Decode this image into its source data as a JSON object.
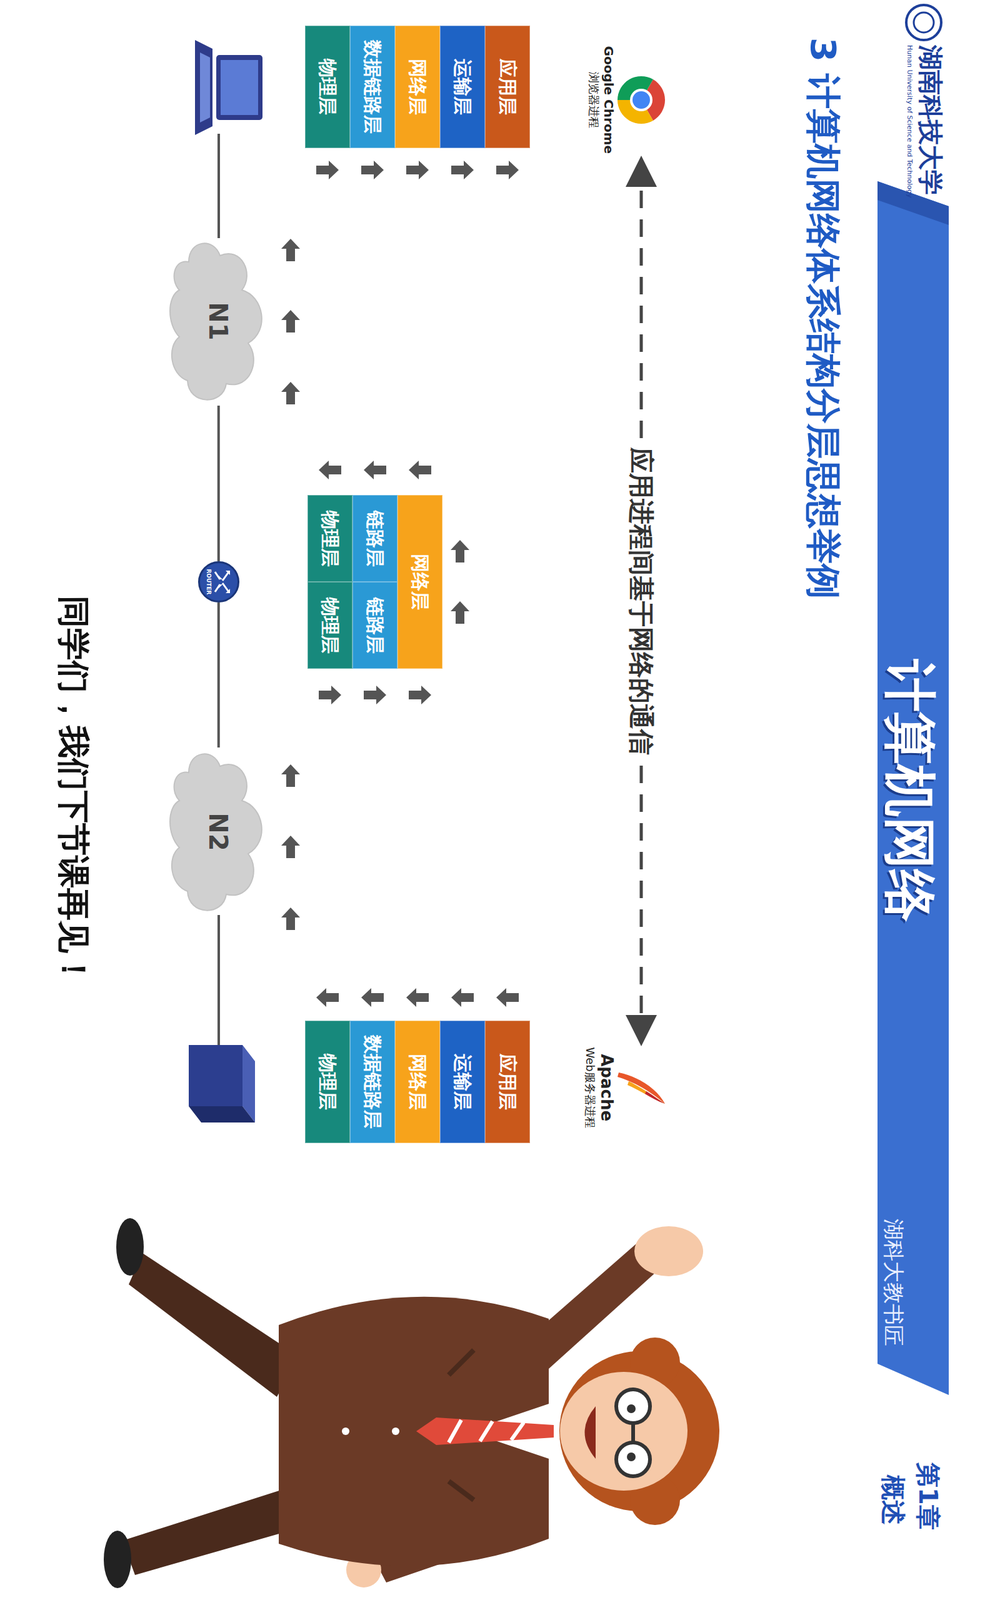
{
  "diagram": {
    "title": "3 计算机网络体系结构分层思想举例",
    "caption": "同学们，我们下节课再见！",
    "nodes": [
      {
        "text": [
          "Google Chrome",
          "浏览器进程"
        ]
      },
      {
        "text": [
          "Apache",
          "Web服务器进程"
        ]
      },
      {
        "text": [
          "应用层"
        ]
      },
      {
        "text": [
          "运输层"
        ]
      },
      {
        "text": [
          "网络层"
        ]
      },
      {
        "text": [
          "数据链路层"
        ]
      },
      {
        "text": [
          "物理层"
        ]
      },
      {
        "text": [
          "网络层"
        ]
      },
      {
        "text": [
          "链路层"
        ]
      },
      {
        "text": [
          "链路层"
        ]
      },
      {
        "text": [
          "物理层"
        ]
      },
      {
        "text": [
          "物理层"
        ]
      },
      {
        "text": [
          "应用层"
        ]
      },
      {
        "text": [
          "运输层"
        ]
      },
      {
        "text": [
          "网络层"
        ]
      },
      {
        "text": [
          "数据链路层"
        ]
      },
      {
        "text": [
          "物理层"
        ]
      },
      {
        "text": [
          "N1"
        ]
      },
      {
        "text": [
          "ROUTER"
        ]
      },
      {
        "text": [
          "N2"
        ]
      }
    ],
    "edges": [
      {
        "from": 0,
        "to": 1,
        "arrow": "both",
        "label": "应用进程间基于网络的通信"
      },
      {
        "from": 17,
        "to": 18,
        "arrow": "none"
      },
      {
        "from": 18,
        "to": 19,
        "arrow": "none"
      }
    ],
    "labels": [
      "湖南科技大学",
      "Hunan University of Science and Technology",
      "计算机网络",
      "湖科大教书匠",
      "第1章",
      "概述"
    ]
  }
}
